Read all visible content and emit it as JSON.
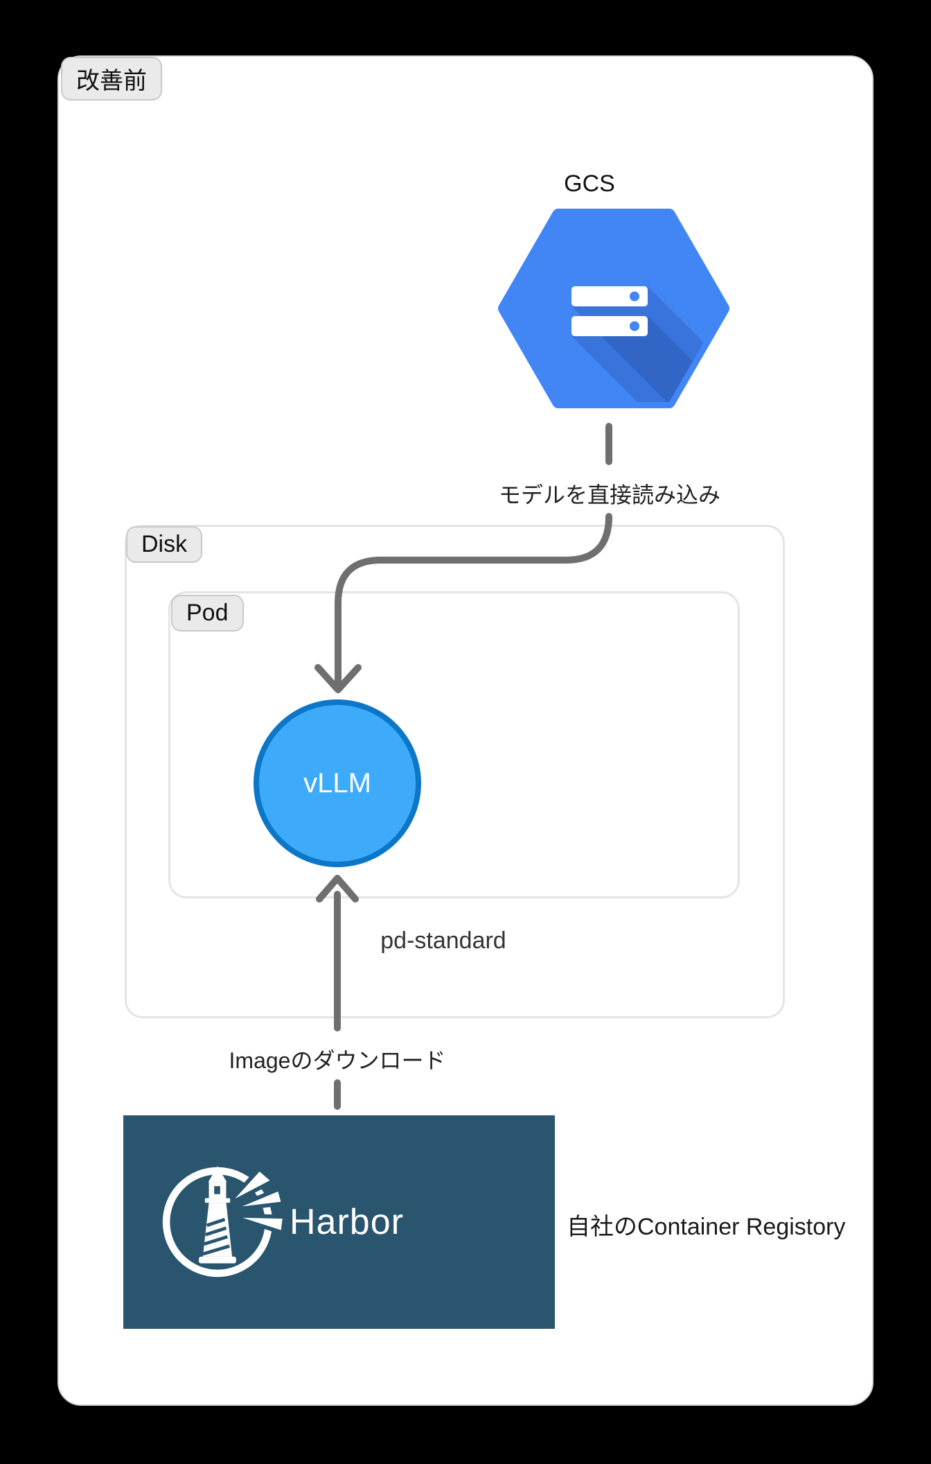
{
  "diagram": {
    "stage_label": "改善前",
    "gcs": {
      "label": "GCS"
    },
    "arrows": {
      "model_load_label": "モデルを直接読み込み",
      "image_download_label": "Imageのダウンロード"
    },
    "disk": {
      "label": "Disk",
      "type_label": "pd-standard"
    },
    "pod": {
      "label": "Pod"
    },
    "vllm": {
      "label": "vLLM"
    },
    "harbor": {
      "logo_text": "Harbor",
      "caption": "自社のContainer Registory"
    },
    "colors": {
      "page_background": "#000000",
      "card_background": "#ffffff",
      "gcs_hexagon_blue": "#4285f4",
      "vllm_fill": "#3daafa",
      "vllm_border": "#0c76c8",
      "arrow_gray": "#6f6f6f",
      "harbor_background": "#29556f",
      "badge_background": "#eaeaea",
      "frame_border": "#e4e4e4"
    }
  }
}
